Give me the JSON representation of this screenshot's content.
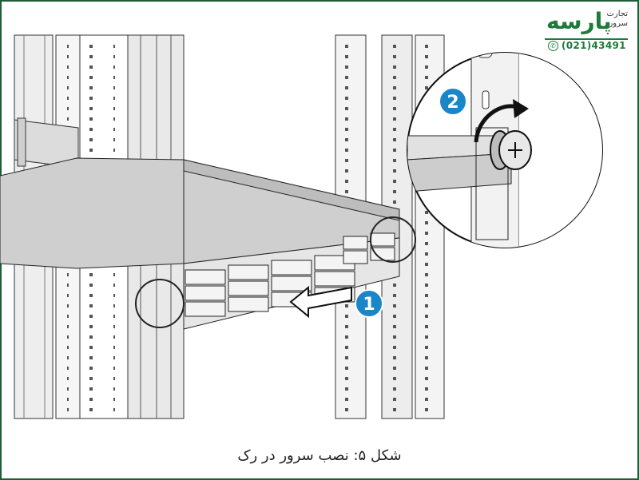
{
  "logo": {
    "brand": "پارسه",
    "line1": "تجارت",
    "line2": "سرور",
    "phone": "(021)43491",
    "phone_icon": "phone-icon",
    "color": "#1c7a3a"
  },
  "steps": [
    {
      "number": "1",
      "color": "#1a86c8"
    },
    {
      "number": "2",
      "color": "#1a86c8"
    }
  ],
  "caption": "شکل ۵: نصب سرور در رک",
  "border_color": "#1f5d38"
}
